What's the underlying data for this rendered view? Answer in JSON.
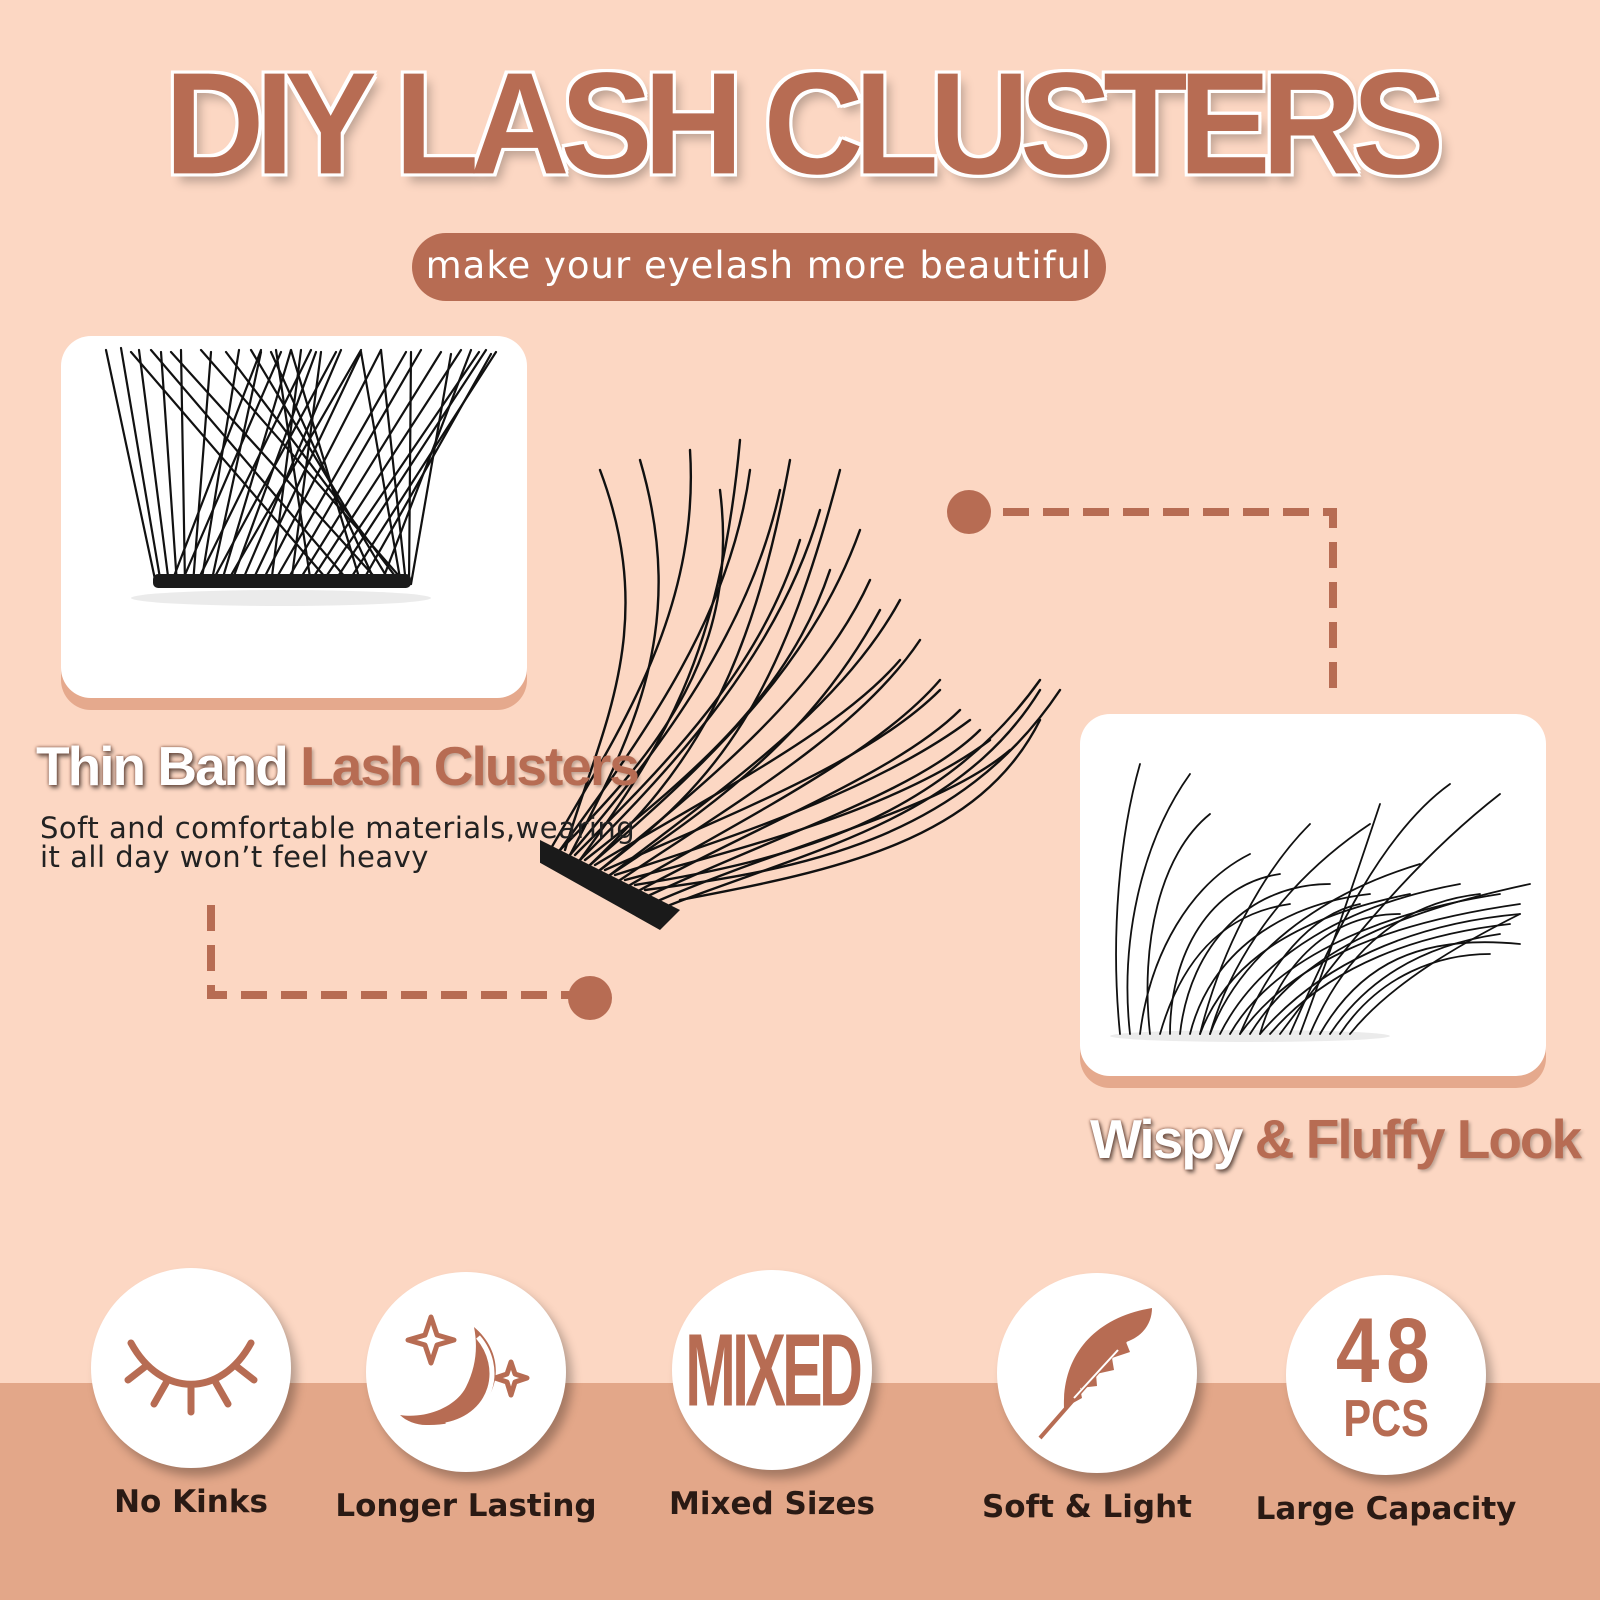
{
  "header": {
    "title": "DIY LASH CLUSTERS",
    "subtitle": "make your eyelash more beautiful"
  },
  "features": {
    "thin_band": {
      "title_white": "Thin Band",
      "title_brown": "Lash Clusters",
      "description_line1": "Soft and comfortable materials,wearing",
      "description_line2": "it all day won’t feel heavy"
    },
    "wispy": {
      "title_white": "Wispy",
      "title_brown": "& Fluffy Look"
    }
  },
  "badges": [
    {
      "label": "No Kinks",
      "icon": "closed-eye-icon"
    },
    {
      "label": "Longer Lasting",
      "icon": "moon-stars-icon"
    },
    {
      "label": "Mixed Sizes",
      "icon": "mixed-text-icon",
      "icon_text": "MIXED"
    },
    {
      "label": "Soft & Light",
      "icon": "feather-icon"
    },
    {
      "label": "Large Capacity",
      "icon": "capacity-icon",
      "icon_number": "48",
      "icon_unit": "PCS"
    }
  ],
  "colors": {
    "background": "#fcd7c3",
    "band": "#e3a789",
    "brand_brown": "#b76c53",
    "card": "#ffffff"
  }
}
